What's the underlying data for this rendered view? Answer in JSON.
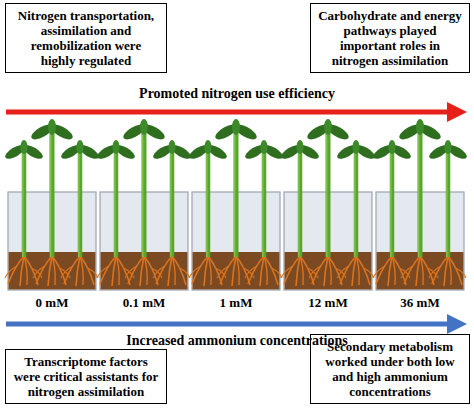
{
  "diagram": {
    "nodes": [
      {
        "text": [
          "Nitrogen transportation, assimilation and remobilization were highly regulated"
        ]
      },
      {
        "text": [
          "Carbohydrate and energy pathways played important roles in nitrogen assimilation"
        ]
      },
      {
        "text": [
          "Transcriptome factors were critical assistants for nitrogen assimilation"
        ]
      },
      {
        "text": [
          "Secondary metabolism worked under both low and high ammonium concentrations"
        ]
      }
    ],
    "labels": [
      "Promoted nitrogen use efficiency",
      "0 mM",
      "0.1 mM",
      "1 mM",
      "12 mM",
      "36 mM",
      "Increased ammonium concentrations"
    ]
  }
}
